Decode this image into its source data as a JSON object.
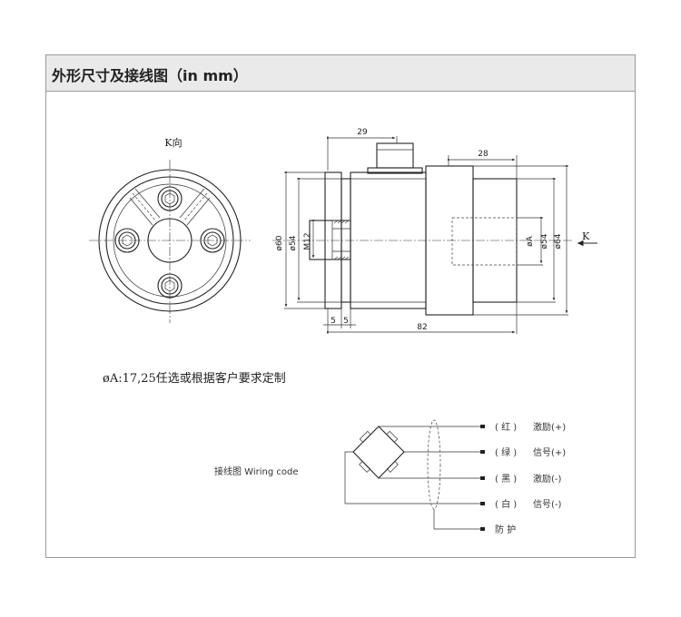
{
  "panel": {
    "title": "外形尺寸及接线图（in mm）"
  },
  "front_view": {
    "label": "K向"
  },
  "side_view": {
    "dims": {
      "top_left": "29",
      "top_right": "28",
      "bottom_a": "5",
      "bottom_b": "5",
      "bottom_total": "82",
      "d60": "ø60",
      "d54_left": "ø54",
      "thread": "M12",
      "bore": "øA",
      "d54_right": "ø54",
      "d64": "ø64",
      "view_marker": "K"
    }
  },
  "note": "øA:17,25任选或根据客户要求定制",
  "wiring": {
    "label": "接线图 Wiring code",
    "wires": [
      {
        "color": "( 红 )",
        "signal": "激励(+)"
      },
      {
        "color": "( 绿 )",
        "signal": "信号(+)"
      },
      {
        "color": "( 黑 )",
        "signal": "激励(-)"
      },
      {
        "color": "( 白 )",
        "signal": "信号(-)"
      }
    ],
    "shield": "防 护"
  }
}
